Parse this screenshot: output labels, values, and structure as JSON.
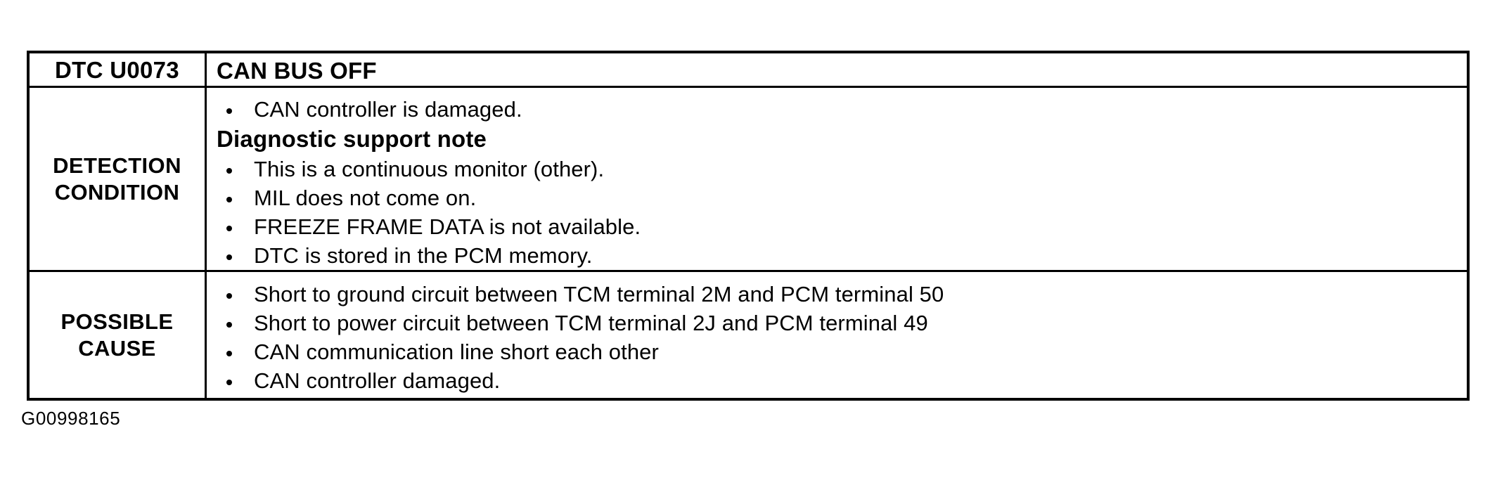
{
  "document": {
    "caption": "G00998165"
  },
  "table": {
    "header": {
      "dtc_code": "DTC U0073",
      "dtc_name": "CAN BUS OFF"
    },
    "rows": [
      {
        "label": "DETECTION\nCONDITION",
        "label_line1": "DETECTION",
        "label_line2": "CONDITION",
        "lead_bullets": [
          "CAN controller is damaged."
        ],
        "subheading": "Diagnostic support note",
        "bullets": [
          "This is a continuous monitor (other).",
          "MIL does not come on.",
          "FREEZE FRAME DATA is not available.",
          "DTC is stored in the PCM memory."
        ]
      },
      {
        "label_line1": "POSSIBLE",
        "label_line2": "CAUSE",
        "bullets": [
          "Short to ground circuit between TCM terminal 2M and PCM terminal 50",
          "Short to power circuit between TCM terminal 2J and PCM terminal 49",
          "CAN communication line short each other",
          "CAN controller damaged."
        ]
      }
    ]
  },
  "colors": {
    "border": "#000000",
    "text": "#000000",
    "background": "#ffffff"
  }
}
